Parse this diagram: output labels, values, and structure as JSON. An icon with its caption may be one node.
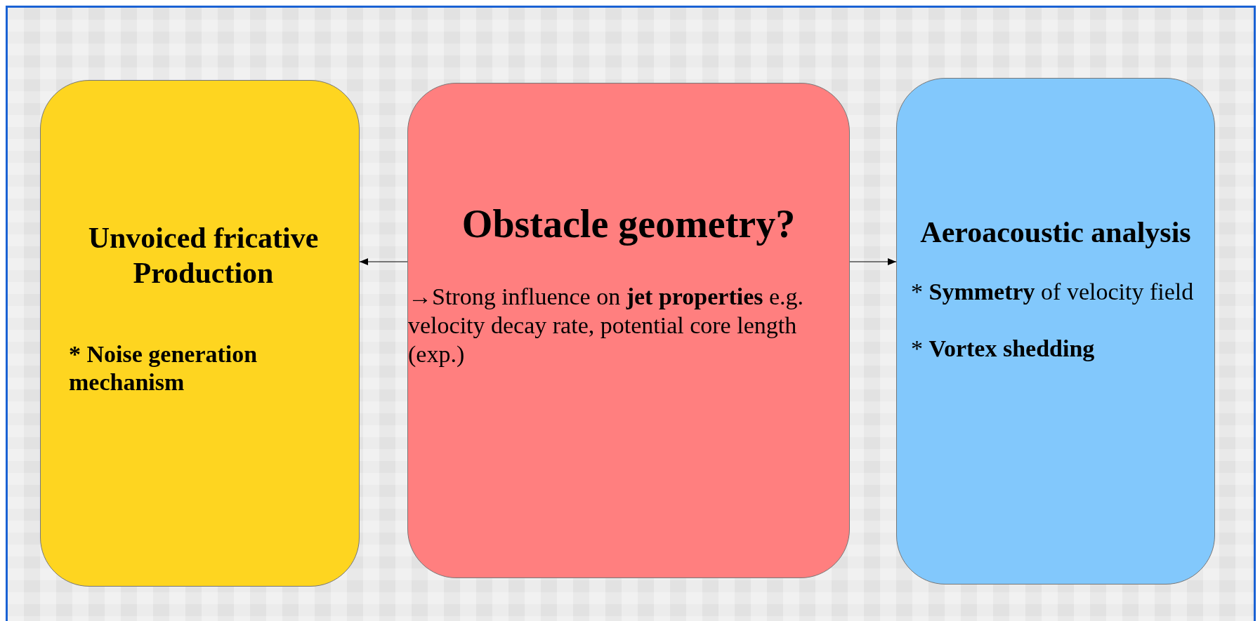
{
  "diagram": {
    "nodes": [
      {
        "text": [
          "Unvoiced fricative Production",
          "* Noise generation mechanism"
        ]
      },
      {
        "text": [
          "Obstacle geometry?",
          "→Strong influence on **jet properties** e.g. velocity decay rate, potential core length (exp.)"
        ]
      },
      {
        "text": [
          "Aeroacoustic analysis",
          "* **Symmetry** of velocity field",
          "* **Vortex shedding**"
        ]
      }
    ],
    "edges": [
      {
        "from": 1,
        "to": 0,
        "arrow": "to"
      },
      {
        "from": 1,
        "to": 2,
        "arrow": "to"
      }
    ]
  }
}
